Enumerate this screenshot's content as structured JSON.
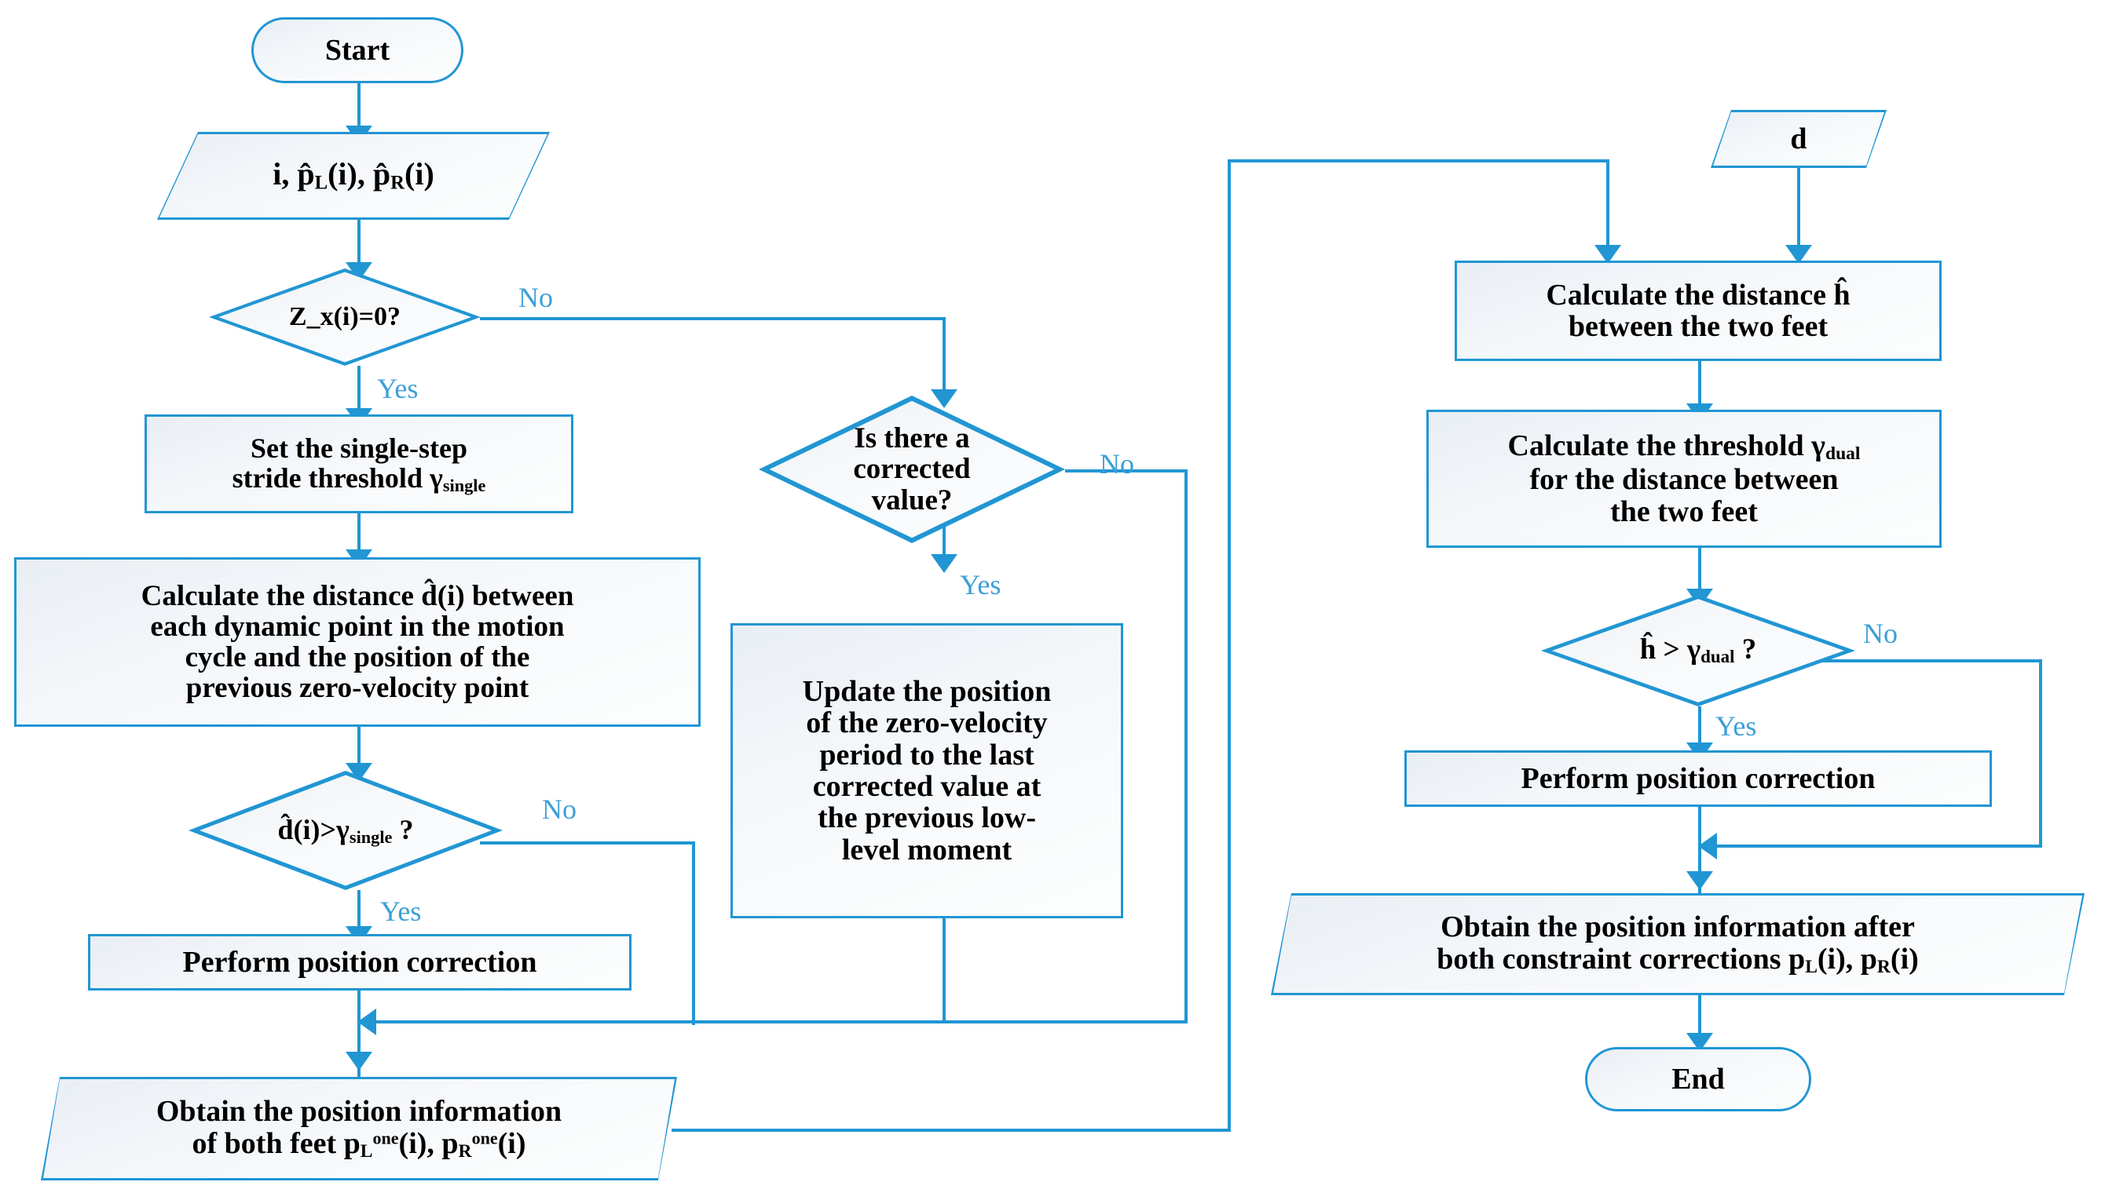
{
  "diagram": {
    "title": "Dual-foot zero-velocity position correction flowchart",
    "accent_color": "#2196d3",
    "label_color": "#3d9fd8",
    "fill_color": "#f2f5f9"
  },
  "nodes": {
    "start": {
      "label": "Start",
      "shape": "terminator"
    },
    "input_positions": {
      "label": "i, p̂L(i), p̂R(i)",
      "shape": "parallelogram"
    },
    "decision_zx": {
      "label": "Z_x(i)=0?",
      "shape": "diamond"
    },
    "set_single_threshold": {
      "label": "Set the single-step stride threshold γsingle",
      "shape": "process"
    },
    "calc_distance_d": {
      "label": "Calculate the distance d̂(i) between each dynamic point in the motion cycle and the position of the previous zero-velocity point",
      "shape": "process"
    },
    "decision_d_gamma": {
      "label": "d̂(i)>γsingle ?",
      "shape": "diamond"
    },
    "perform_correction_left": {
      "label": "Perform position correction",
      "shape": "process"
    },
    "output_one": {
      "label": "Obtain the position information of both feet pLone(i), pRone(i)",
      "shape": "parallelogram"
    },
    "decision_corrected": {
      "label": "Is there a corrected value?",
      "shape": "diamond"
    },
    "update_position": {
      "label": "Update the position of the zero-velocity period to the last corrected value at the previous low-level moment",
      "shape": "process"
    },
    "input_d": {
      "label": "d",
      "shape": "parallelogram"
    },
    "calc_distance_h": {
      "label": "Calculate the distance ĥ between the two feet",
      "shape": "process"
    },
    "calc_threshold_dual": {
      "label": "Calculate the threshold γdual for the distance between the two feet",
      "shape": "process"
    },
    "decision_h_gamma": {
      "label": "ĥ > γdual ?",
      "shape": "diamond"
    },
    "perform_correction_right": {
      "label": "Perform position correction",
      "shape": "process"
    },
    "output_final": {
      "label": "Obtain the position information after both constraint corrections pL(i), pR(i)",
      "shape": "parallelogram"
    },
    "end": {
      "label": "End",
      "shape": "terminator"
    }
  },
  "edge_labels": {
    "zx_no": "No",
    "zx_yes": "Yes",
    "d_no": "No",
    "d_yes": "Yes",
    "corrected_no": "No",
    "corrected_yes": "Yes",
    "h_no": "No",
    "h_yes": "Yes"
  }
}
